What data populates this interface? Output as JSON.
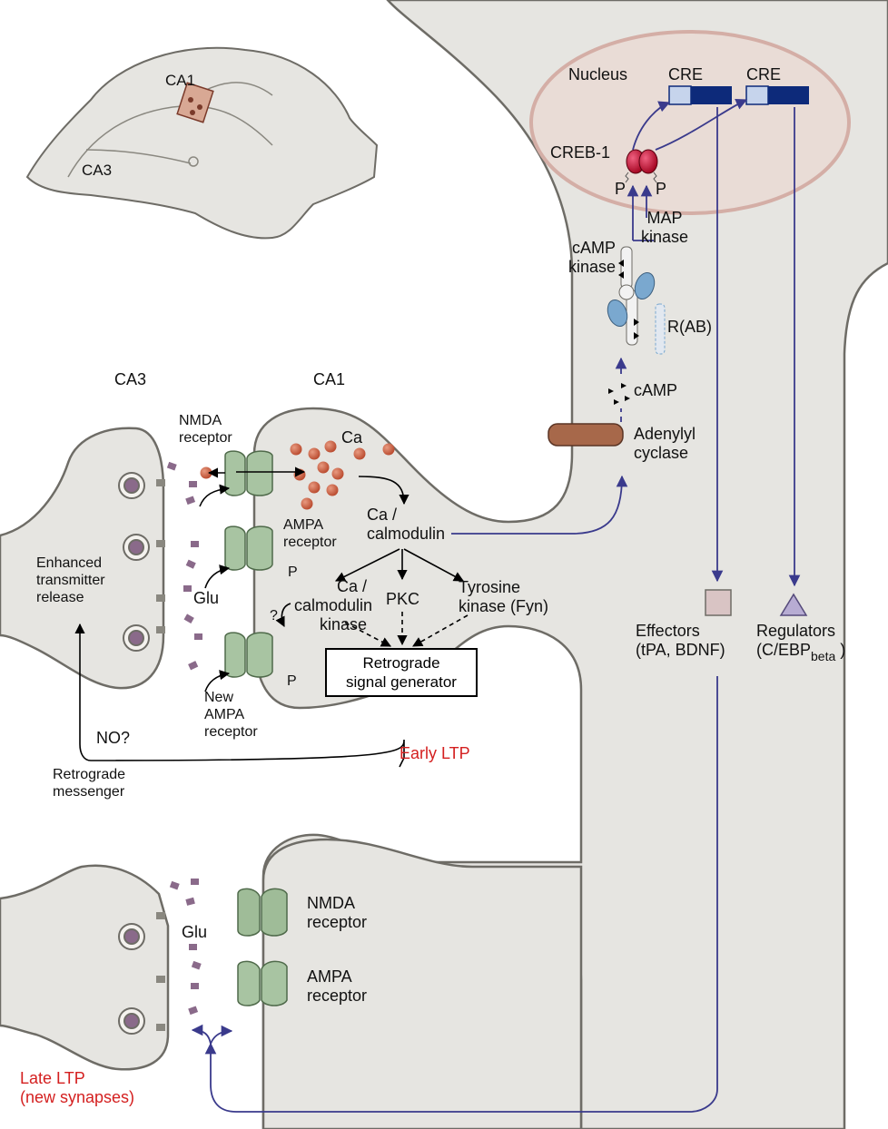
{
  "colors": {
    "cell_fill": "#e6e5e1",
    "cell_stroke": "#6e6c66",
    "pathway_arrow": "#3a3a8c",
    "channel_green": "#a8c4a2",
    "ca_dot": "#c45a3c",
    "nucleus_border": "#d4aea6",
    "creb": "#c8102e",
    "cre_dark": "#0d2a7a",
    "cre_light": "#c6d4ec",
    "adenylyl_cyclase": "#a7684a",
    "kinase_blue": "#7aa8cf",
    "label_red": "#d41f1f"
  },
  "labels": {
    "brain_ca1": "CA1",
    "brain_ca3": "CA3",
    "ca3": "CA3",
    "ca1": "CA1",
    "nucleus": "Nucleus",
    "cre_1": "CRE",
    "cre_2": "CRE",
    "creb1": "CREB-1",
    "p_left": "P",
    "p_right": "P",
    "map_kinase_1": "MAP",
    "map_kinase_2": "kinase",
    "camp_kinase_1": "cAMP",
    "camp_kinase_2": "kinase",
    "rab": "R(AB)",
    "camp": "cAMP",
    "adenylyl_1": "Adenylyl",
    "adenylyl_2": "cyclase",
    "nmda_1": "NMDA",
    "nmda_2": "receptor",
    "ca": "Ca",
    "ca_calmodulin_1": "Ca /",
    "ca_calmodulin_2": "calmodulin",
    "ampa_1": "AMPA",
    "ampa_2": "receptor",
    "p_ampa": "P",
    "p_new_ampa": "P",
    "ca_cam_kinase_1": "Ca /",
    "ca_cam_kinase_2": "calmodulin",
    "ca_cam_kinase_3": "kinase",
    "pkc": "PKC",
    "tyrosine_1": "Tyrosine",
    "tyrosine_2": "kinase (Fyn)",
    "question": "?",
    "glu_top": "Glu",
    "enhanced_1": "Enhanced",
    "enhanced_2": "transmitter",
    "enhanced_3": "release",
    "retrograde_box_1": "Retrograde",
    "retrograde_box_2": "signal generator",
    "new_ampa_1": "New",
    "new_ampa_2": "AMPA",
    "new_ampa_3": "receptor",
    "no": "NO?",
    "early_ltp": "Early LTP",
    "retro_msg_1": "Retrograde",
    "retro_msg_2": "messenger",
    "effectors_1": "Effectors",
    "effectors_2": "(tPA, BDNF)",
    "regulators_1": "Regulators",
    "regulators_2": "(C/EBP",
    "regulators_sub": "beta",
    "regulators_close": " )",
    "glu_bottom": "Glu",
    "nmda_b_1": "NMDA",
    "nmda_b_2": "receptor",
    "ampa_b_1": "AMPA",
    "ampa_b_2": "receptor",
    "late_ltp_1": "Late LTP",
    "late_ltp_2": "(new synapses)"
  }
}
